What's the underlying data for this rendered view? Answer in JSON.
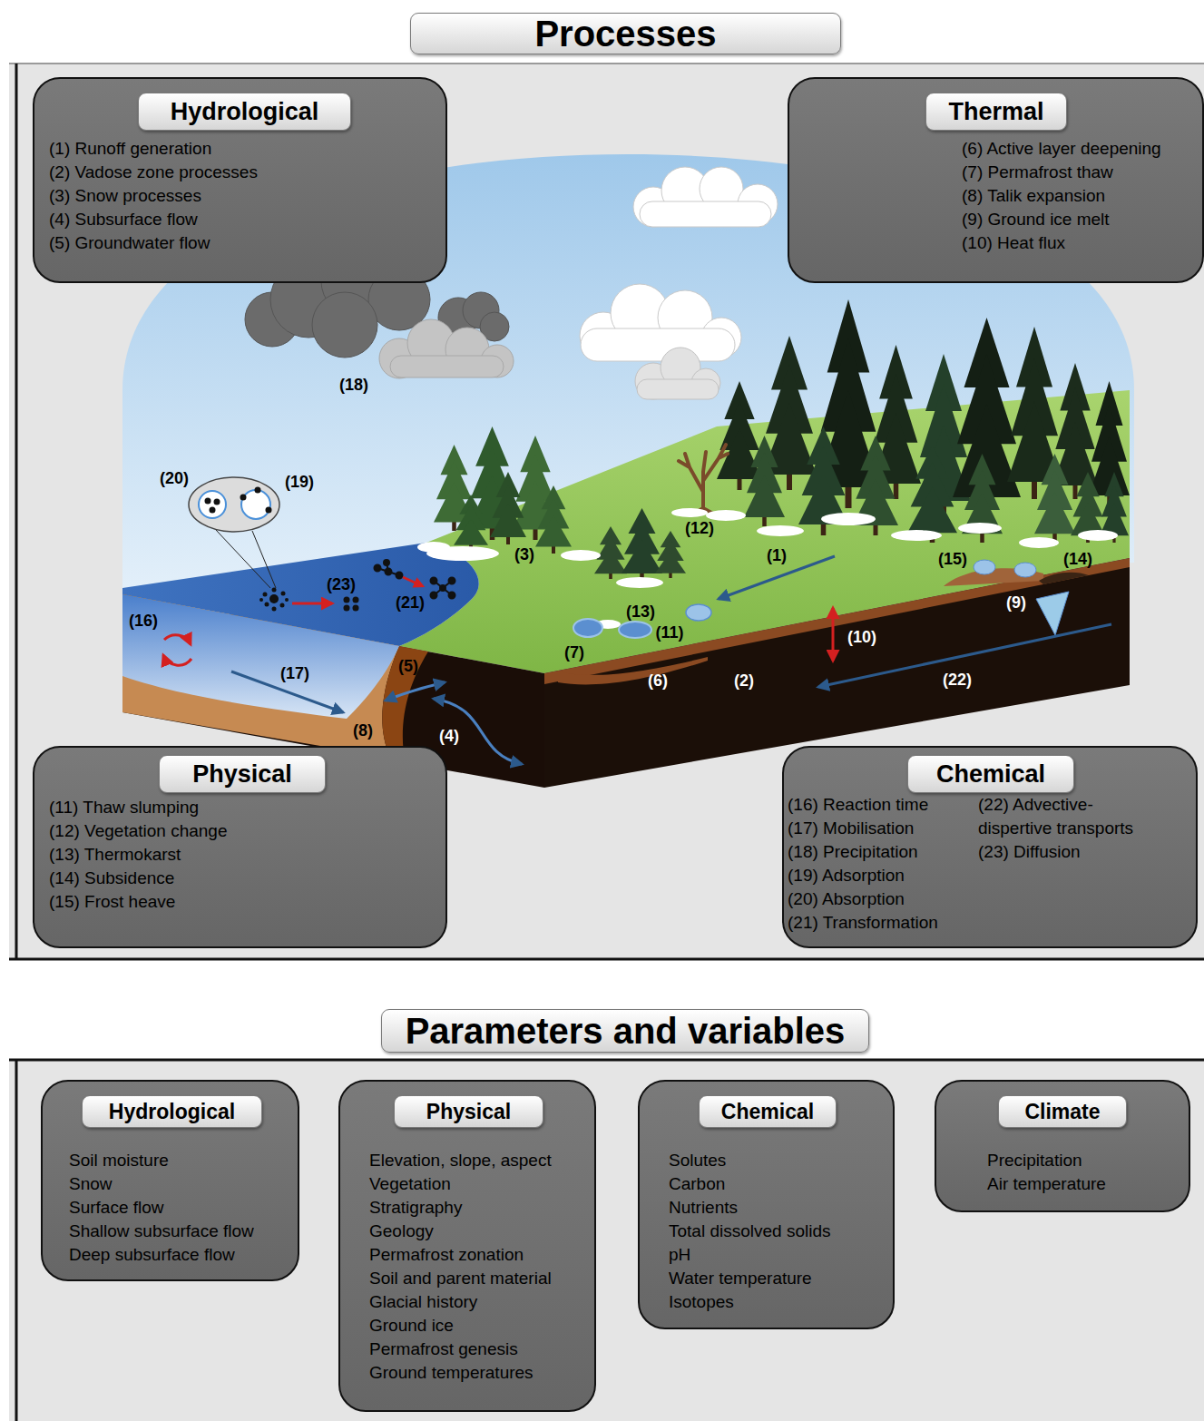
{
  "diagram": {
    "nodes": [
      {
        "text": [
          "Processes"
        ]
      },
      {
        "text": [
          "(1) Runoff generation",
          "(2) Vadose zone processes",
          "(3) Snow processes",
          "(4) Subsurface flow",
          "(5) Groundwater flow"
        ]
      },
      {
        "text": [
          "Hydrological"
        ],
        "in": 1
      },
      {
        "text": [
          "(6) Active layer deepening",
          "(7) Permafrost thaw",
          "(8) Talik expansion",
          "(9) Ground ice melt",
          "(10) Heat flux"
        ]
      },
      {
        "text": [
          "Thermal"
        ],
        "in": 3
      },
      {
        "text": [
          "(11) Thaw slumping",
          "(12) Vegetation change",
          "(13) Thermokarst",
          "(14) Subsidence",
          "(15) Frost heave"
        ]
      },
      {
        "text": [
          "Physical"
        ],
        "in": 5
      },
      {
        "text": [
          "(16) Reaction time",
          "(17) Mobilisation",
          "(18) Precipitation",
          "(19) Adsorption",
          "(20) Absorption",
          "(21) Transformation",
          "(22) Advective-dispertive transports",
          "(23) Diffusion"
        ]
      },
      {
        "text": [
          "Chemical"
        ],
        "in": 7
      },
      {
        "text": [
          "Parameters and variables"
        ]
      },
      {
        "text": [
          "Soil moisture",
          "Snow",
          "Surface flow",
          "Shallow subsurface flow",
          "Deep subsurface flow"
        ]
      },
      {
        "text": [
          "Hydrological"
        ],
        "in": 10
      },
      {
        "text": [
          "Elevation, slope, aspect",
          "Vegetation",
          "Stratigraphy",
          "Geology",
          "Permafrost zonation",
          "Soil and parent material",
          "Glacial history",
          "Ground ice",
          "Permafrost genesis",
          "Ground temperatures"
        ]
      },
      {
        "text": [
          "Physical"
        ],
        "in": 12
      },
      {
        "text": [
          "Solutes",
          "Carbon",
          "Nutrients",
          "Total dissolved solids",
          "pH",
          "Water temperature",
          "Isotopes"
        ]
      },
      {
        "text": [
          "Chemical"
        ],
        "in": 14
      },
      {
        "text": [
          "Precipitation",
          "Air temperature"
        ]
      },
      {
        "text": [
          "Climate"
        ],
        "in": 16
      }
    ],
    "labels": [
      "(18)",
      "(20)",
      "(19)",
      "(3)",
      "(12)",
      "(1)",
      "(23)",
      "(21)",
      "(13)",
      "(15)",
      "(14)",
      "(11)",
      "(9)",
      "(16)",
      "(10)",
      "(7)",
      "(6)",
      "(2)",
      "(22)",
      "(17)",
      "(5)",
      "(4)",
      "(8)"
    ]
  }
}
